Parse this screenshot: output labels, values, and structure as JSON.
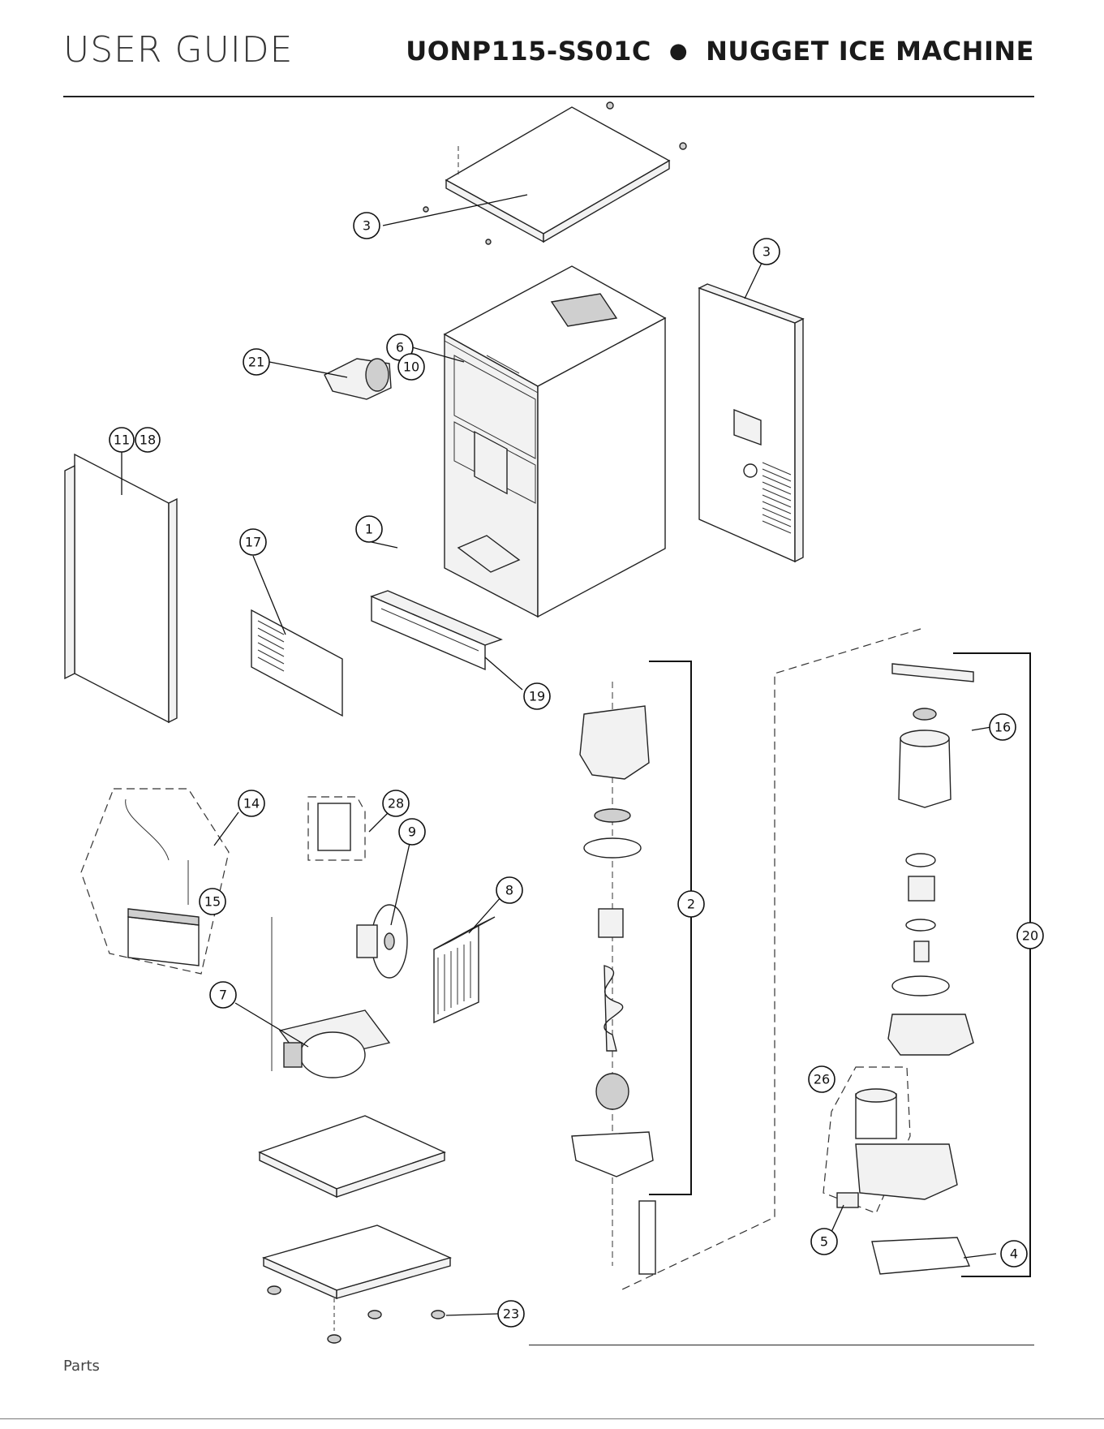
{
  "header": {
    "title": "USER GUIDE",
    "model": "UONP115-SS01C",
    "separator": "●",
    "product": "NUGGET ICE MACHINE"
  },
  "footer": {
    "section": "Parts"
  },
  "callouts": [
    "3",
    "3",
    "6",
    "10",
    "21",
    "11",
    "18",
    "1",
    "17",
    "19",
    "2",
    "16",
    "20",
    "14",
    "28",
    "9",
    "15",
    "8",
    "7",
    "26",
    "5",
    "4",
    "23"
  ]
}
